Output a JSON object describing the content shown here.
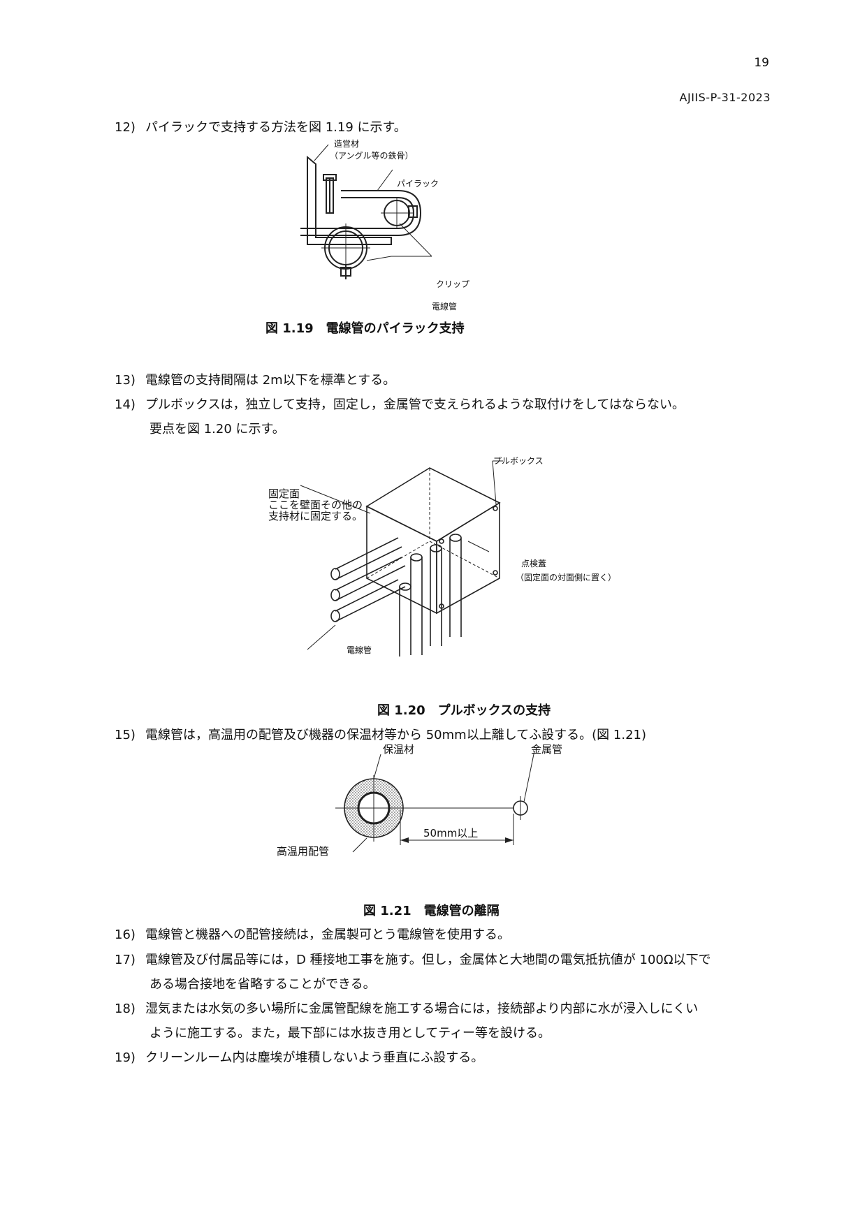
{
  "header": {
    "page_number": "19",
    "doc_id": "AJIIS-P-31-2023"
  },
  "items": [
    {
      "num": "12)",
      "lines": [
        "パイラックで支持する方法を図 1.19 に示す。"
      ]
    },
    {
      "num": "13)",
      "lines": [
        "電線管の支持間隔は 2m以下を標準とする。"
      ]
    },
    {
      "num": "14)",
      "lines": [
        "プルボックスは，独立して支持，固定し，金属管で支えられるような取付けをしてはならない。",
        "要点を図 1.20 に示す。"
      ]
    },
    {
      "num": "15)",
      "lines": [
        "電線管は，高温用の配管及び機器の保温材等から 50mm以上離してふ設する。(図 1.21)"
      ]
    },
    {
      "num": "16)",
      "lines": [
        "電線管と機器への配管接続は，金属製可とう電線管を使用する。"
      ]
    },
    {
      "num": "17)",
      "lines": [
        "電線管及び付属品等には，D 種接地工事を施す。但し，金属体と大地間の電気抵抗値が 100Ω以下で",
        "ある場合接地を省略することができる。"
      ]
    },
    {
      "num": "18)",
      "lines": [
        "湿気または水気の多い場所に金属管配線を施工する場合には，接続部より内部に水が浸入しにくい",
        "ように施工する。また，最下部には水抜き用としてティー等を設ける。"
      ]
    },
    {
      "num": "19)",
      "lines": [
        "クリーンルーム内は塵埃が堆積しないよう垂直にふ設する。"
      ]
    }
  ],
  "figures": {
    "fig119": {
      "caption": "図 1.19　電線管のパイラック支持",
      "labels": {
        "angle_1": "造営材",
        "angle_2": "（アングル等の鉄骨）",
        "rack": "パイラック",
        "clip": "クリップ",
        "conduit": "電線管"
      }
    },
    "fig120": {
      "caption": "図 1.20　プルボックスの支持",
      "labels": {
        "pullbox": "プルボックス",
        "fixed_1": "固定面",
        "fixed_2": "ここを壁面その他の",
        "fixed_3": "支持材に固定する。",
        "cover_1": "点検蓋",
        "cover_2": "（固定面の対面側に置く）",
        "conduit": "電線管"
      }
    },
    "fig121": {
      "caption": "図 1.21　電線管の離隔",
      "labels": {
        "insulation": "保温材",
        "metal_pipe": "金属管",
        "hot_pipe": "高温用配管",
        "distance": "50mm以上"
      }
    }
  }
}
